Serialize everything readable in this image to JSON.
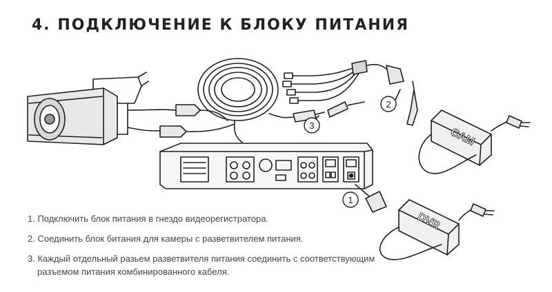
{
  "title": "4. ПОДКЛЮЧЕНИЕ К БЛОКУ ПИТАНИЯ",
  "callouts": {
    "one": "1",
    "two": "2",
    "three": "3"
  },
  "adapters": {
    "cam": "CAM",
    "dvr": "DVR"
  },
  "steps": [
    "1. Подключить блок питания в гнездо видеорегистратора.",
    "2. Соединить блок битания для камеры с разветвителем питания.",
    "3. Каждый отдельный разьем разветвителя питания соединить с соответствующим",
    "разъемом питания комбинированного кабеля."
  ]
}
